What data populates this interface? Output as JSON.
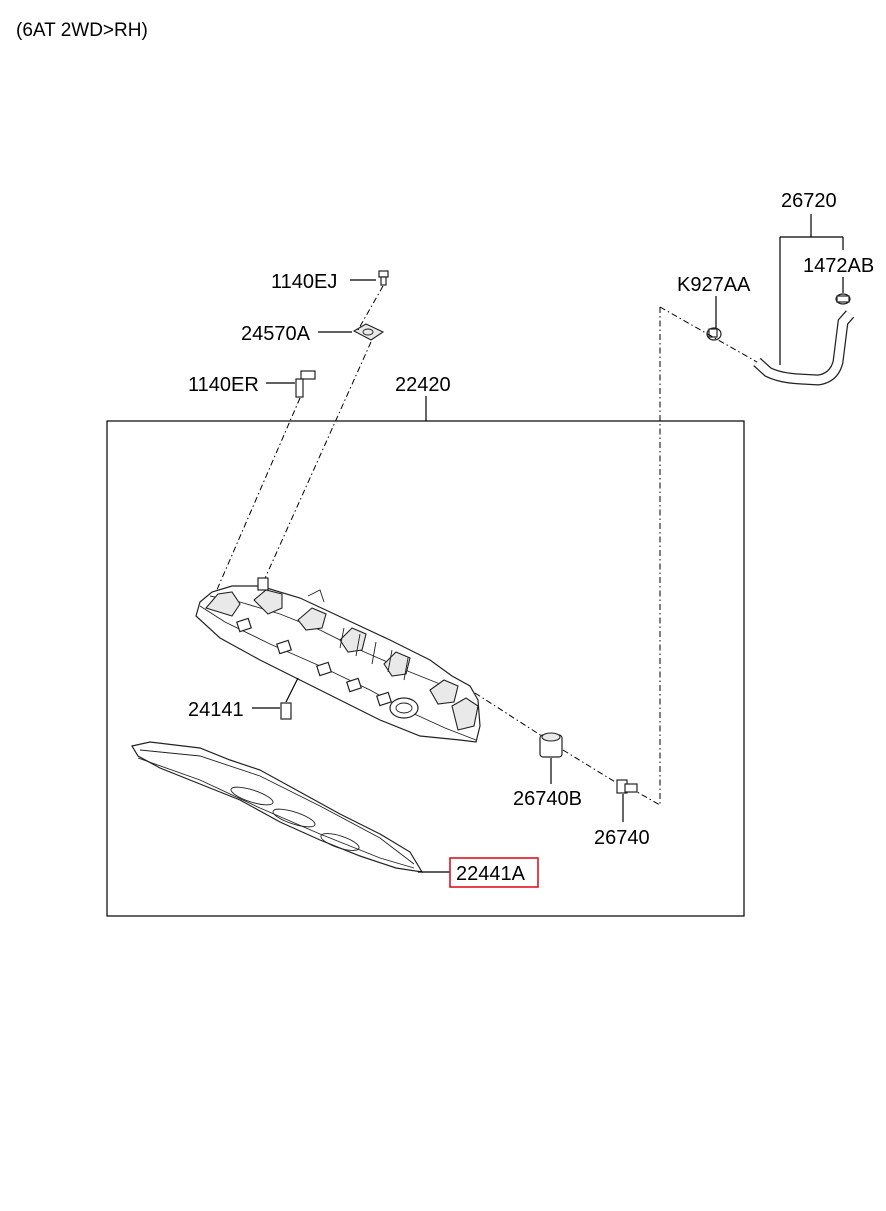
{
  "header": {
    "variant_text": "(6AT 2WD>RH)"
  },
  "parts": {
    "p26720": "26720",
    "p1472AB": "1472AB",
    "pK927AA": "K927AA",
    "p1140EJ": "1140EJ",
    "p24570A": "24570A",
    "p1140ER": "1140ER",
    "p22420": "22420",
    "p24141": "24141",
    "p26740B": "26740B",
    "p26740": "26740",
    "p22441A": "22441A"
  },
  "colors": {
    "highlight": "#e0141e",
    "line": "#000000",
    "background": "#ffffff"
  },
  "highlighted_part": "22441A"
}
